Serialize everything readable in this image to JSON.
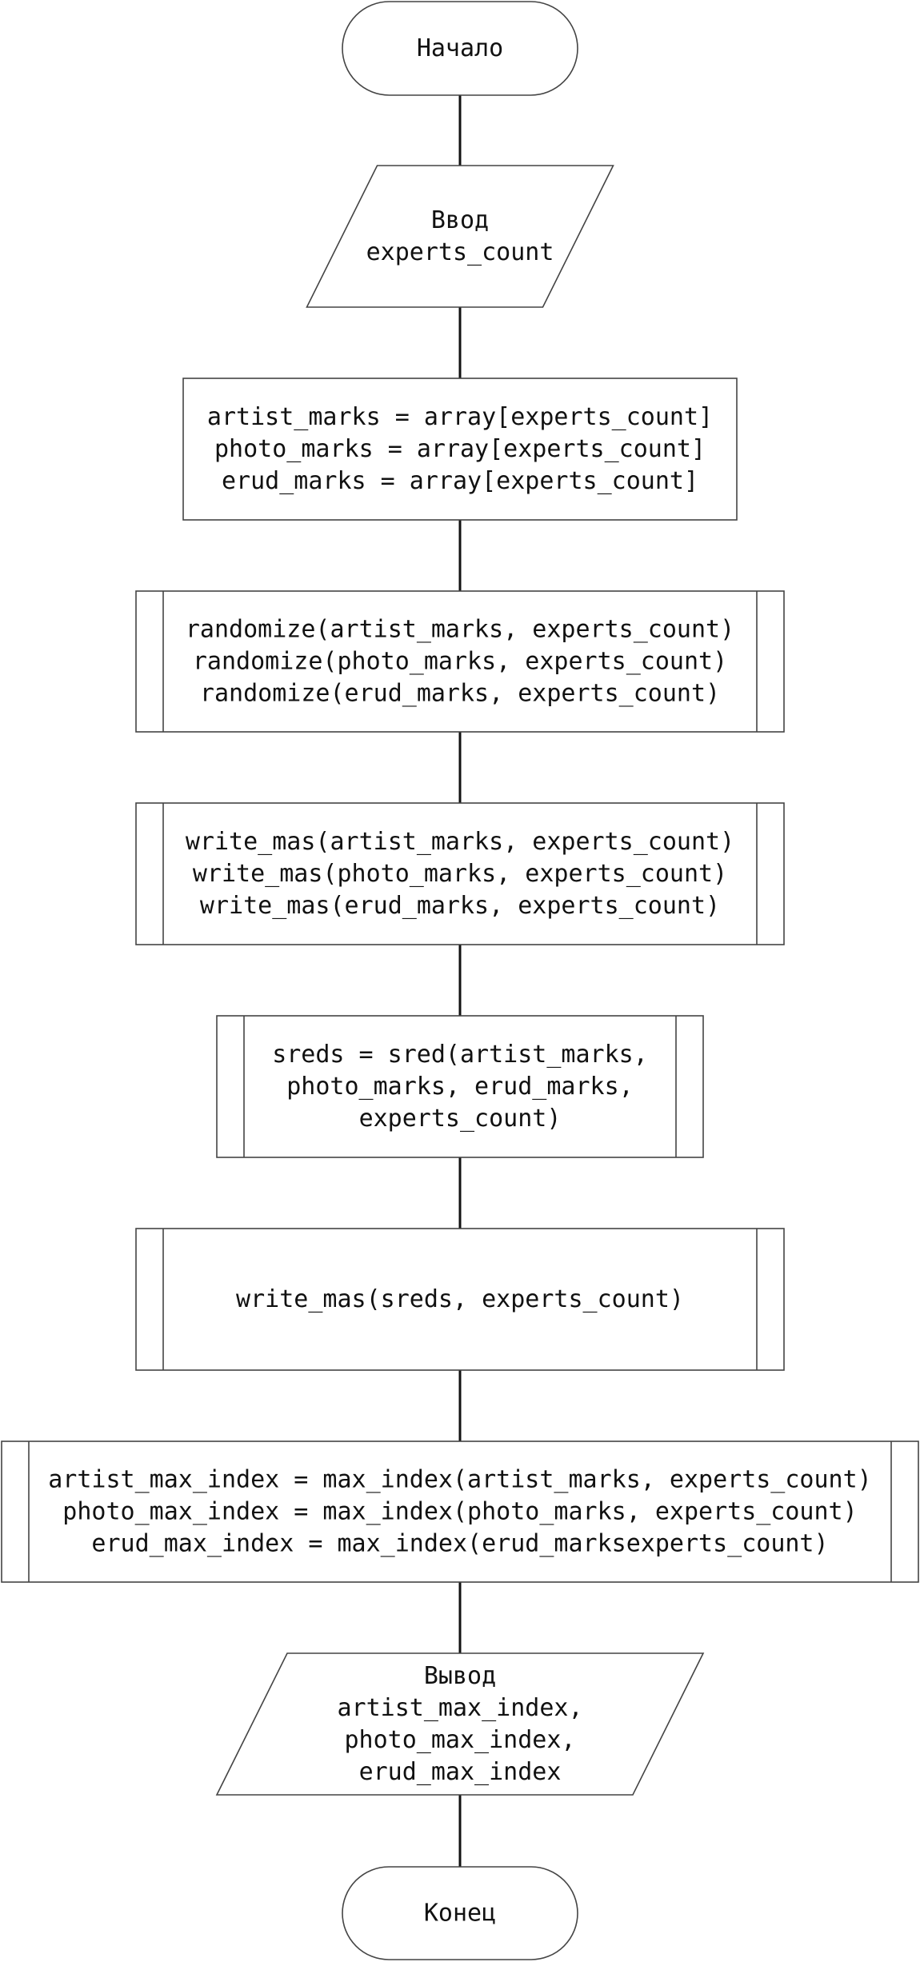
{
  "flowchart": {
    "nodes": [
      {
        "id": "start",
        "kind": "terminator",
        "lines": [
          "Начало"
        ]
      },
      {
        "id": "input",
        "kind": "io",
        "lines": [
          "Ввод",
          "experts_count"
        ]
      },
      {
        "id": "arrays",
        "kind": "process",
        "lines": [
          "artist_marks = array[experts_count]",
          "photo_marks = array[experts_count]",
          "erud_marks = array[experts_count]"
        ]
      },
      {
        "id": "randomize",
        "kind": "subprocess",
        "lines": [
          "randomize(artist_marks, experts_count)",
          "randomize(photo_marks, experts_count)",
          "randomize(erud_marks, experts_count)"
        ]
      },
      {
        "id": "write-marks",
        "kind": "subprocess",
        "lines": [
          "write_mas(artist_marks, experts_count)",
          "write_mas(photo_marks, experts_count)",
          "write_mas(erud_marks, experts_count)"
        ]
      },
      {
        "id": "sred",
        "kind": "subprocess",
        "lines": [
          "sreds = sred(artist_marks,",
          "photo_marks, erud_marks,",
          "experts_count)"
        ]
      },
      {
        "id": "write-sreds",
        "kind": "subprocess",
        "lines": [
          "write_mas(sreds, experts_count)"
        ]
      },
      {
        "id": "max-index",
        "kind": "subprocess",
        "lines": [
          "artist_max_index = max_index(artist_marks, experts_count)",
          "photo_max_index = max_index(photo_marks, experts_count)",
          "erud_max_index = max_index(erud_marksexperts_count)"
        ]
      },
      {
        "id": "output",
        "kind": "io",
        "lines": [
          "Вывод",
          "artist_max_index,",
          "photo_max_index,",
          "erud_max_index"
        ]
      },
      {
        "id": "end",
        "kind": "terminator",
        "lines": [
          "Конец"
        ]
      }
    ],
    "edges": [
      {
        "from": "start",
        "to": "input"
      },
      {
        "from": "input",
        "to": "arrays"
      },
      {
        "from": "arrays",
        "to": "randomize"
      },
      {
        "from": "randomize",
        "to": "write-marks"
      },
      {
        "from": "write-marks",
        "to": "sred"
      },
      {
        "from": "sred",
        "to": "write-sreds"
      },
      {
        "from": "write-sreds",
        "to": "max-index"
      },
      {
        "from": "max-index",
        "to": "output"
      },
      {
        "from": "output",
        "to": "end"
      }
    ],
    "colors": {
      "background": "#ffffff",
      "stroke": "#444444",
      "connector": "#111111",
      "text": "#111111"
    }
  }
}
